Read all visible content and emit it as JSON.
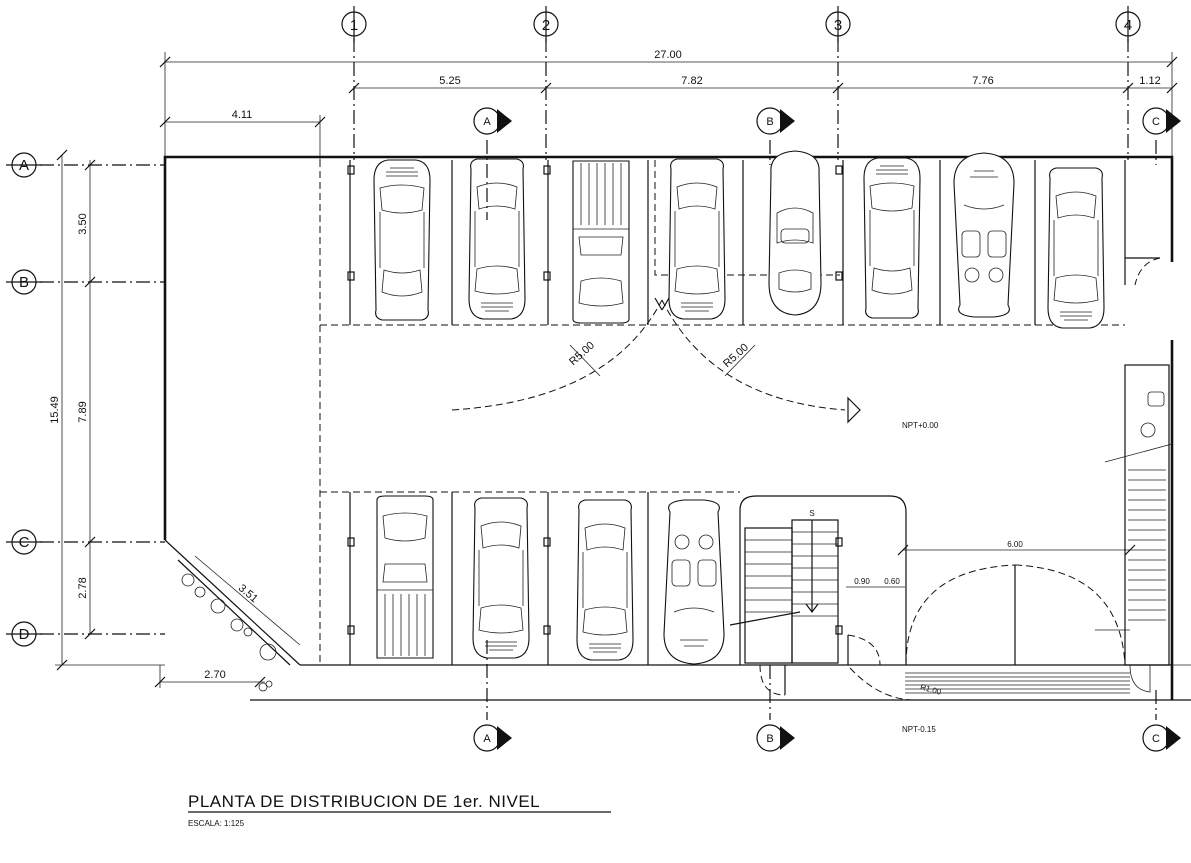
{
  "drawing": {
    "title": "PLANTA DE DISTRIBUCION DE 1er. NIVEL",
    "scale": "ESCALA: 1:125"
  },
  "grid": {
    "columns": [
      "1",
      "2",
      "3",
      "4"
    ],
    "rows": [
      "A",
      "B",
      "C",
      "D"
    ]
  },
  "dimensions": {
    "total_width": "27.00",
    "bay_1_2": "5.25",
    "bay_2_3": "7.82",
    "bay_3_4": "7.76",
    "bay_4_end": "1.12",
    "left_offset": "4.11",
    "total_height": "15.49",
    "row_a_b": "3.50",
    "row_b_c": "7.89",
    "row_c_d": "2.78",
    "bottom_left": "2.70",
    "diagonal_planter": "3.51",
    "turn_radius_left": "R5.00",
    "turn_radius_right": "R5.00",
    "right_span": "6.00",
    "door_1": "0.90",
    "door_2": "0.60",
    "ramp_radius": "R1.00"
  },
  "levels": {
    "interior": "NPT+0.00",
    "exterior": "NPT-0.15"
  },
  "sections": {
    "a": "A",
    "b": "B",
    "c": "C"
  },
  "stairs": {
    "up_label": "S"
  }
}
